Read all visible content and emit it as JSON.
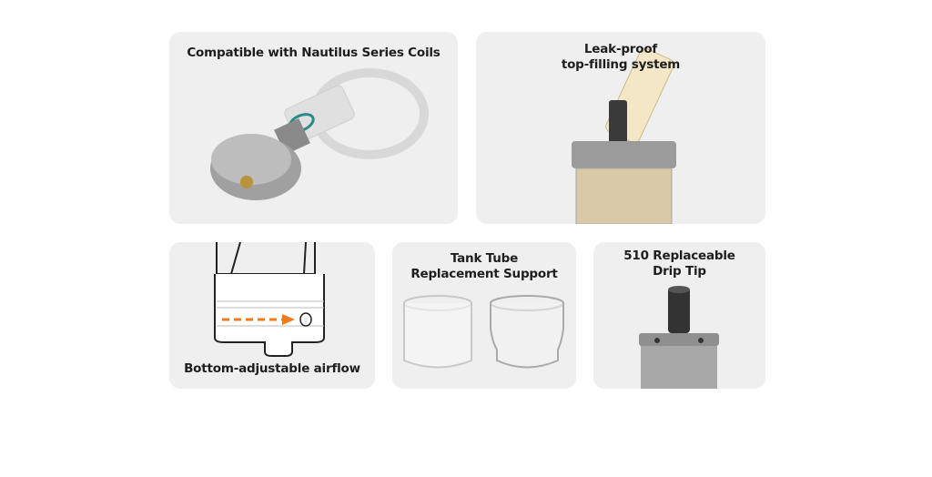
{
  "features": [
    {
      "title": "Compatible with Nautilus Series Coils"
    },
    {
      "title_line1": "Leak-proof",
      "title_line2": "top-filling system"
    },
    {
      "title": "Bottom-adjustable airflow"
    },
    {
      "title_line1": "Tank Tube",
      "title_line2": "Replacement Support"
    },
    {
      "title_line1": "510 Replaceable",
      "title_line2": "Drip Tip"
    }
  ],
  "colors": {
    "card_bg": "#efefef",
    "airflow_arrow": "#f07a1c",
    "metal": "#9a9a9a"
  }
}
